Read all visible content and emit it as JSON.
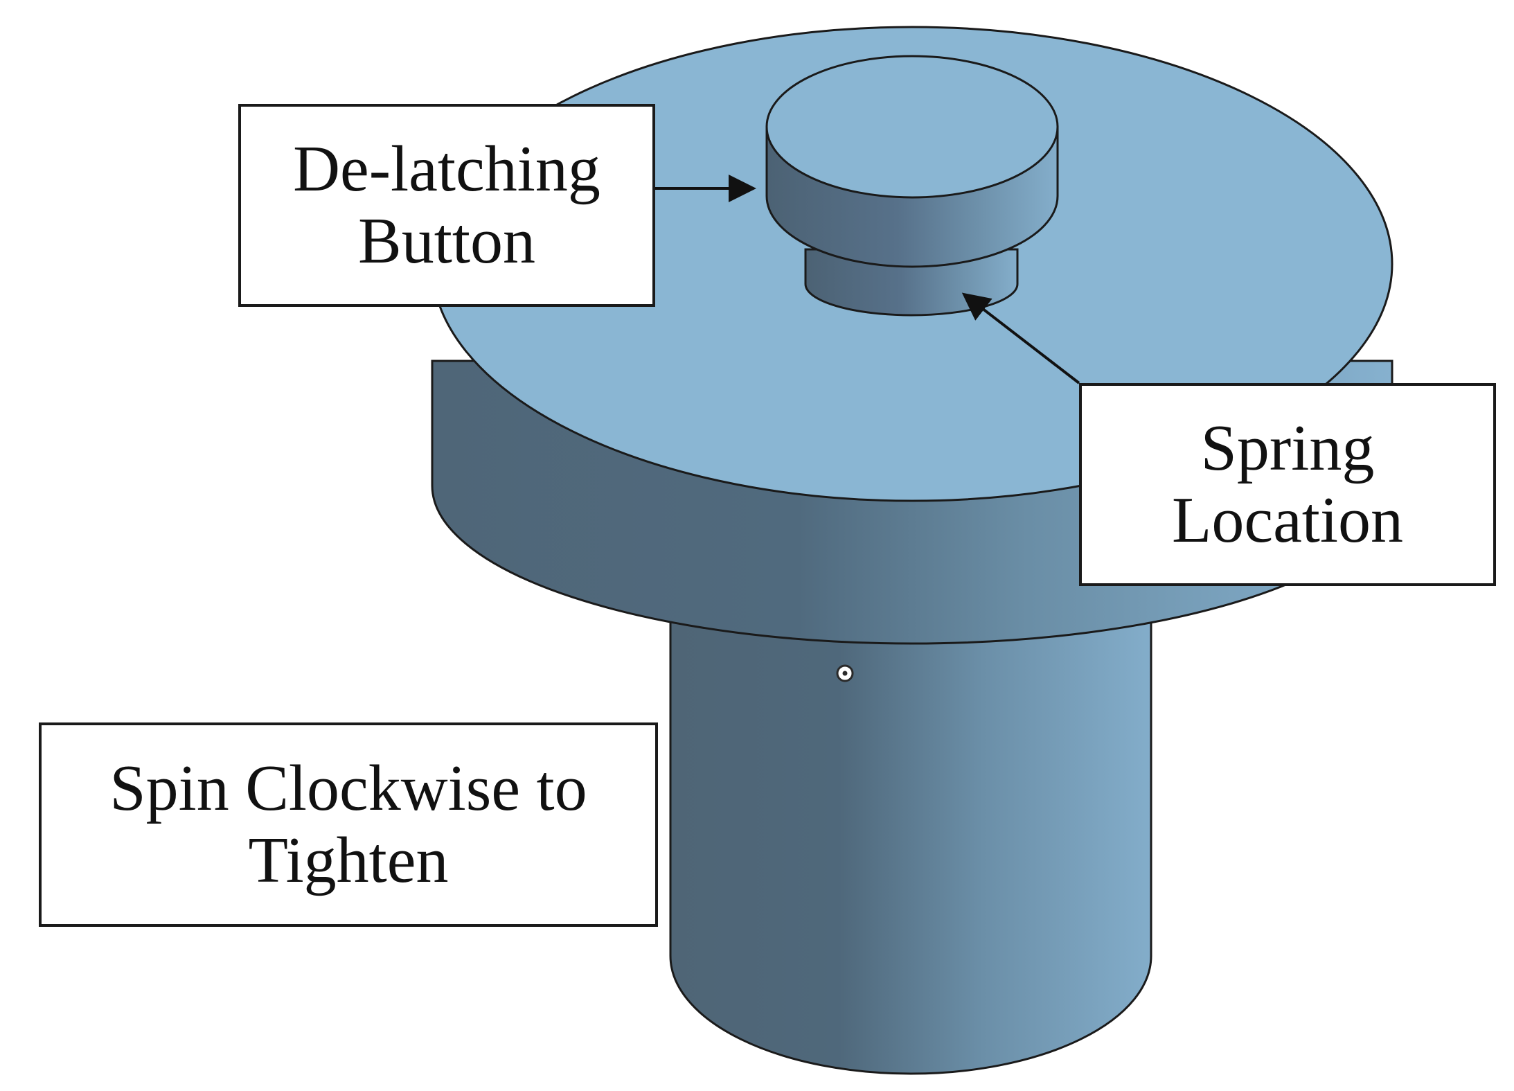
{
  "callouts": {
    "delatching_button": {
      "line1": "De-latching",
      "line2": "Button"
    },
    "spring_location": {
      "line1": "Spring",
      "line2": "Location"
    },
    "spin_instruction": {
      "line1": "Spin Clockwise to",
      "line2": "Tighten"
    }
  },
  "colors": {
    "top_face": "#8ab6d3",
    "side_dark": "#4f6678",
    "side_light": "#86b1cf",
    "outline": "#1a1a1a"
  }
}
